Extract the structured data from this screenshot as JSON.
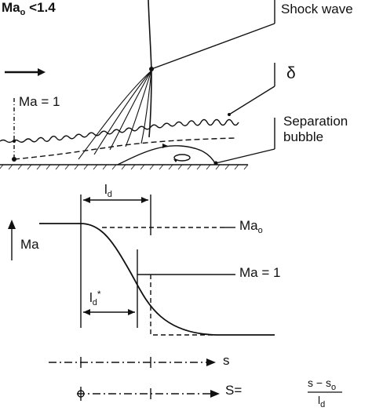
{
  "header": {
    "mach_label": "Ma",
    "mach_sub": "o",
    "mach_cond": " <1.4"
  },
  "flow": {
    "sonic_label": "Ma = 1"
  },
  "callouts": {
    "shock_wave": "Shock wave",
    "delta": "δ",
    "separation_line1": "Separation",
    "separation_line2": "bubble"
  },
  "graph": {
    "y_axis_label": "Ma",
    "ld_main": "l",
    "ld_sub": "d",
    "ld_star_main": "l",
    "ld_star_sub": "d",
    "ld_star_sup": "*",
    "mao_main": "Ma",
    "mao_sub": "o",
    "ma1_label": "Ma = 1"
  },
  "axes": {
    "s_label": "s",
    "S_big": "S",
    "S_equals": "=",
    "numerator": "s − s",
    "numerator_sub": "o",
    "denominator": "l",
    "denominator_sub": "d"
  }
}
